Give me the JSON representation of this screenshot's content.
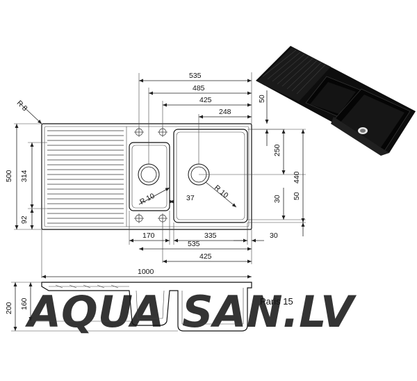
{
  "product": {
    "model": "Paris 15"
  },
  "watermark": {
    "part1": "AQUA",
    "part2": "SAN.LV",
    "color1": "#cdd6e6",
    "color2": "#f5dcc0"
  },
  "dimensions": {
    "top_535": "535",
    "top_485": "485",
    "top_425": "425",
    "top_248": "248",
    "radius_corner": "R 8",
    "left_500": "500",
    "left_314": "314",
    "left_92": "92",
    "radius_small_bowl": "R 10",
    "gap_37": "37",
    "radius_large_bowl": "R 10",
    "right_50_top": "50",
    "right_250": "250",
    "right_440": "440",
    "right_30": "30",
    "right_50_bottom": "50",
    "bottom_170": "170",
    "bottom_335": "335",
    "bottom_30": "30",
    "bottom_535": "535",
    "bottom_425": "425",
    "total_1000": "1000",
    "side_200": "200",
    "side_160": "160"
  },
  "colors": {
    "sink_black": "#101010",
    "line": "#222222"
  }
}
